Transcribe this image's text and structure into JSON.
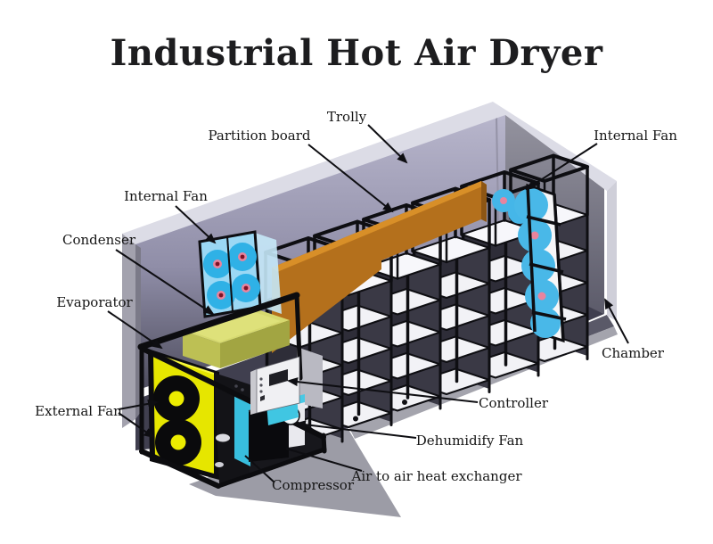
{
  "title": "Industrial Hot Air Dryer",
  "labels": {
    "trolly": "Trolly",
    "partition_board": "Partition board",
    "internal_fan_left": "Internal Fan",
    "internal_fan_right": "Internal Fan",
    "condenser": "Condenser",
    "evaporator": "Evaporator",
    "external_fan": "External Fan",
    "chamber": "Chamber",
    "controller": "Controller",
    "dehumidify_fan": "Dehumidify Fan",
    "air_heat_exchanger": "Air to air heat exchanger",
    "compressor": "Compressor"
  },
  "colors": {
    "background": "#ffffff",
    "text": "#161616",
    "chamber_wall": "#aeabc2",
    "chamber_rim": "#dcdce6",
    "chamber_floor": "#403f4f",
    "partition_board_orange": "#b4701c",
    "fan_blue": "#3ab4e8",
    "fan_hub_pink": "#e8849e",
    "fan_hub_red": "#8c1528",
    "external_fan_yellow": "#e6e600",
    "evaporator_green": "#c9cc5c",
    "cyan_accent": "#3cc2de",
    "frame_black": "#0e0e12",
    "tray_white": "#f5f5f8"
  }
}
